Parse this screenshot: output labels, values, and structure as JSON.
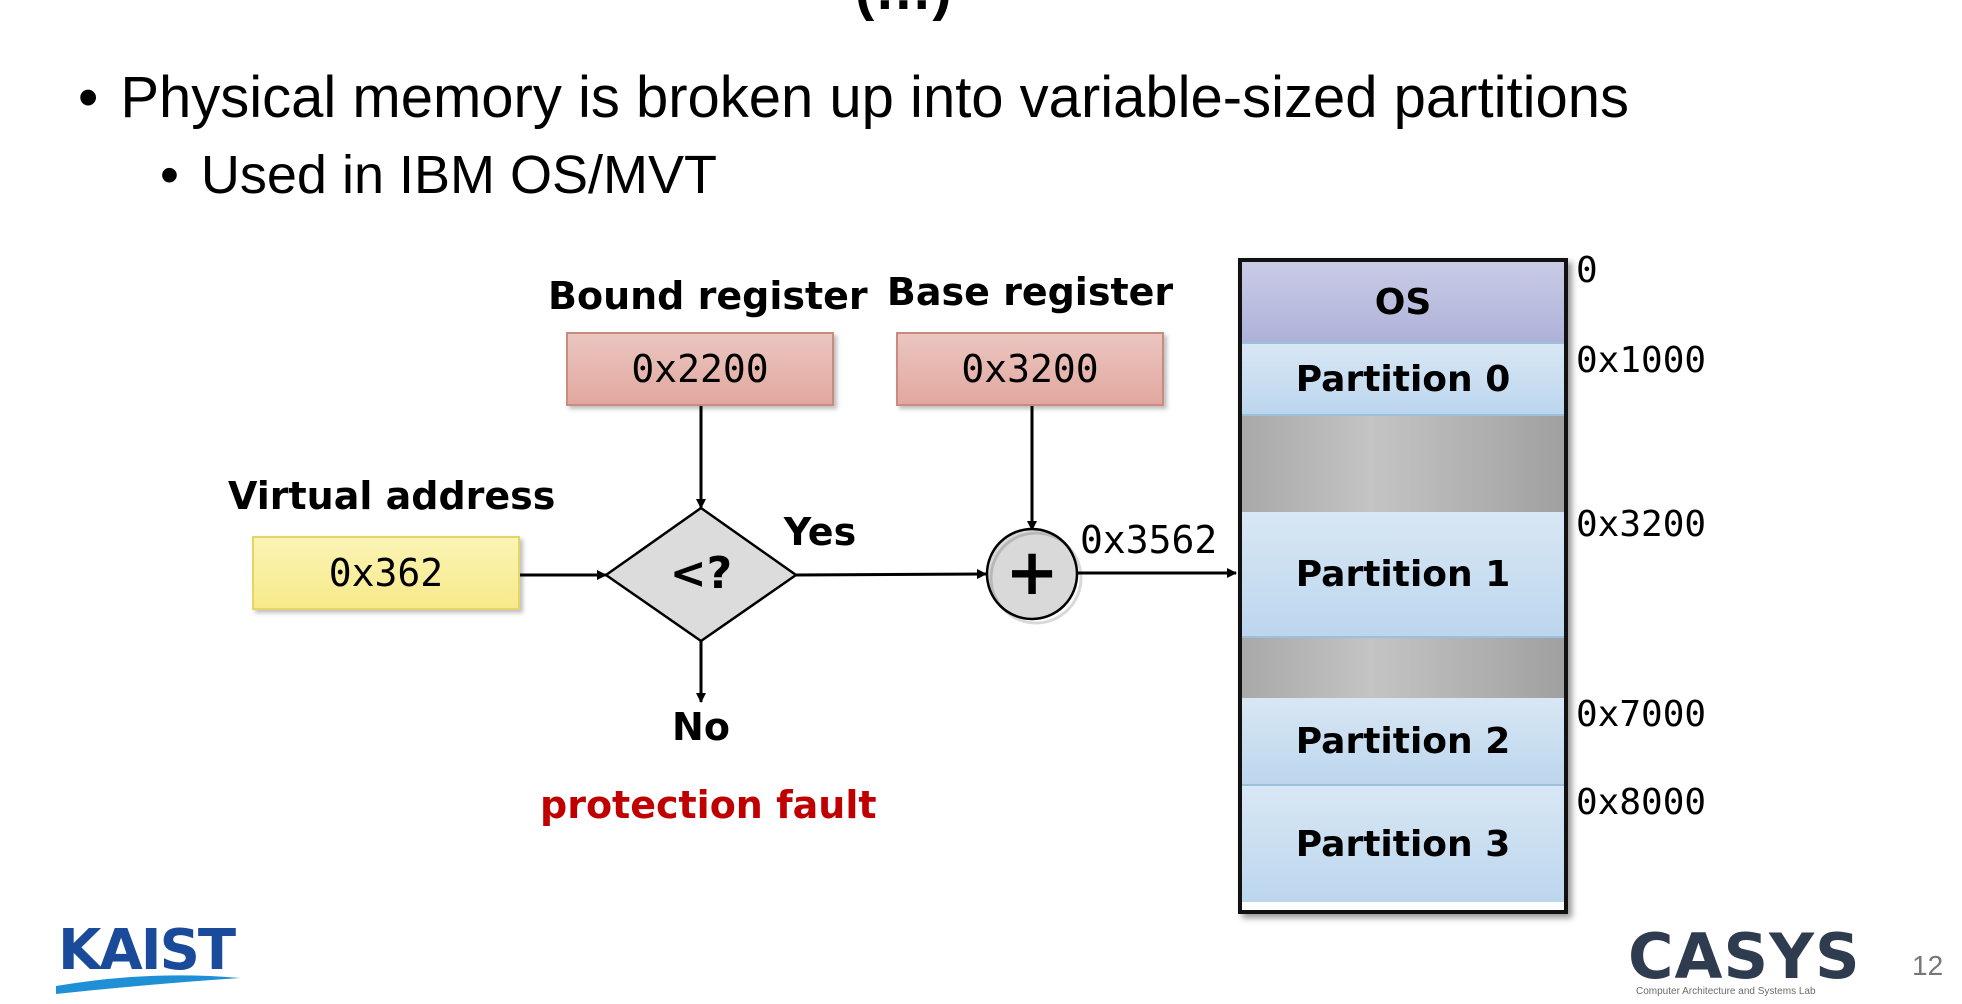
{
  "slide": {
    "title_fragment": "(…)",
    "bullet_main": "Physical memory is broken up into variable-sized partitions",
    "bullet_sub": "Used in IBM OS/MVT",
    "bullet_glyph": "•"
  },
  "diagram": {
    "bound_register_label": "Bound register",
    "bound_register_value": "0x2200",
    "base_register_label": "Base register",
    "base_register_value": "0x3200",
    "virtual_address_label": "Virtual address",
    "virtual_address_value": "0x362",
    "compare_symbol": "<?",
    "adder_symbol": "+",
    "yes_label": "Yes",
    "no_label": "No",
    "fault_label": "protection fault",
    "physical_address": "0x3562"
  },
  "memory": {
    "segments": [
      "OS",
      "Partition 0",
      "Partition 1",
      "Partition 2",
      "Partition 3"
    ],
    "addresses": [
      "0",
      "0x1000",
      "0x3200",
      "0x7000",
      "0x8000"
    ]
  },
  "footer": {
    "kaist_logo": "KAIST",
    "casys_logo": "CASYS",
    "casys_subtitle": "Computer Architecture and Systems Lab",
    "page_number": "12"
  },
  "colors": {
    "register_fill": "#e2a89f",
    "virtual_address_fill": "#f6ea8a",
    "os_fill": "#aeb2d8",
    "partition_fill": "#bcd6ee",
    "free_fill": "#a8a8a8",
    "fault_text": "#c00000",
    "kaist_blue": "#1a4b9b"
  }
}
